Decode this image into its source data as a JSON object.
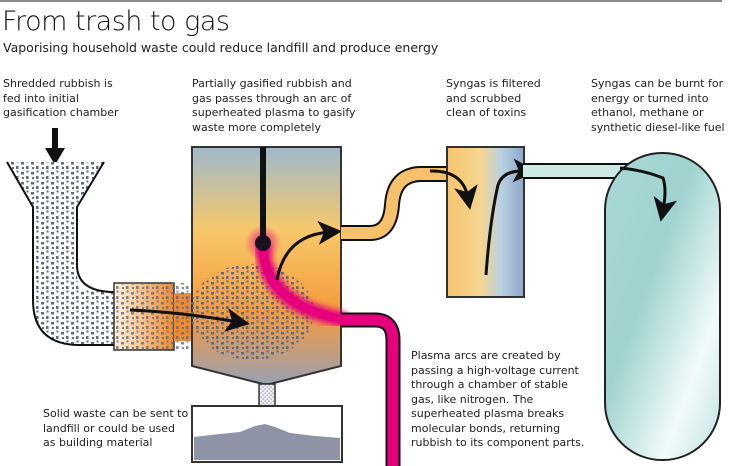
{
  "header": {
    "title": "From trash to gas",
    "subtitle": "Vaporising household waste could reduce landfill and produce energy"
  },
  "labels": {
    "shredded": "Shredded rubbish is\nfed into initial\ngasification chamber",
    "partially": "Partially gasified rubbish and\ngas passes through an arc of\nsuperheated plasma to gasify\nwaste more completely",
    "filtered": "Syngas is filtered\nand scrubbed\nclean of toxins",
    "burnt": "Syngas can be burnt for\nenergy or turned into\nethanol, methane or\nsynthetic diesel-like fuel",
    "plasma": "Plasma arcs are created by\npassing a high-voltage current\nthrough a chamber of stable\ngas, like nitrogen. The\nsuperheated plasma breaks\nmolecular bonds, returning\nrubbish to its component parts.",
    "solid": "Solid waste can be sent to\nlandfill or could be used\nas building material"
  },
  "colors": {
    "plasma": "#e6007e",
    "syngas_pipe": "#f7c06a",
    "clean_gas": "#cde9e6",
    "rubbish": "#5f6b82",
    "ash": "#8e93a5"
  }
}
